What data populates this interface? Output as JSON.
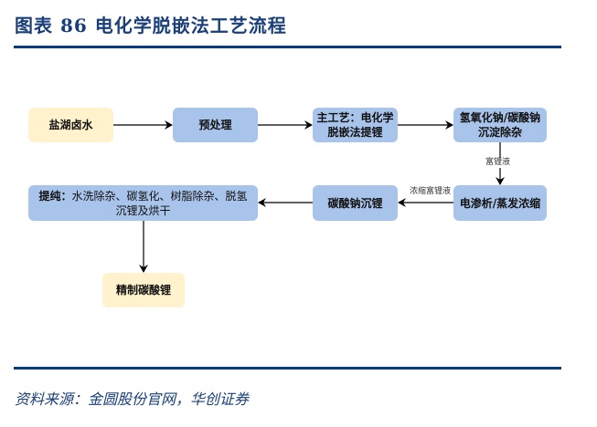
{
  "header": {
    "title": "图表 86  电化学脱嵌法工艺流程"
  },
  "footer": {
    "source": "资料来源：金圆股份官网，华创证券"
  },
  "colors": {
    "rule": "#073c7e",
    "title": "#1a3f7a",
    "node_yellow": "#fff2cc",
    "node_blue": "#a9c4eb"
  },
  "flow": {
    "nodes": [
      {
        "id": "brine",
        "label": "盐湖卤水",
        "style": "yellow"
      },
      {
        "id": "pretreat",
        "label": "预处理",
        "style": "blue"
      },
      {
        "id": "main",
        "label_line1": "主工艺：电化学",
        "label_line2": "脱嵌法提锂",
        "style": "blue"
      },
      {
        "id": "precip",
        "label_line1": "氢氧化钠/碳酸钠",
        "label_line2": "沉淀除杂",
        "style": "blue"
      },
      {
        "id": "electro",
        "label": "电渗析/蒸发浓缩",
        "style": "blue"
      },
      {
        "id": "carbonate",
        "label": "碳酸钠沉锂",
        "style": "blue"
      },
      {
        "id": "purify",
        "label_bold": "提纯：",
        "label_rest": "水洗除杂、碳氢化、树脂除杂、脱氢",
        "label_line2": "沉锂及烘干",
        "style": "blue"
      },
      {
        "id": "product",
        "label": "精制碳酸锂",
        "style": "yellow"
      }
    ],
    "edges": [
      {
        "from": "brine",
        "to": "pretreat",
        "label": ""
      },
      {
        "from": "pretreat",
        "to": "main",
        "label": ""
      },
      {
        "from": "main",
        "to": "precip",
        "label": ""
      },
      {
        "from": "precip",
        "to": "electro",
        "label": "富锂液"
      },
      {
        "from": "electro",
        "to": "carbonate",
        "label": "浓缩富锂液"
      },
      {
        "from": "carbonate",
        "to": "purify",
        "label": ""
      },
      {
        "from": "purify",
        "to": "product",
        "label": ""
      }
    ]
  }
}
